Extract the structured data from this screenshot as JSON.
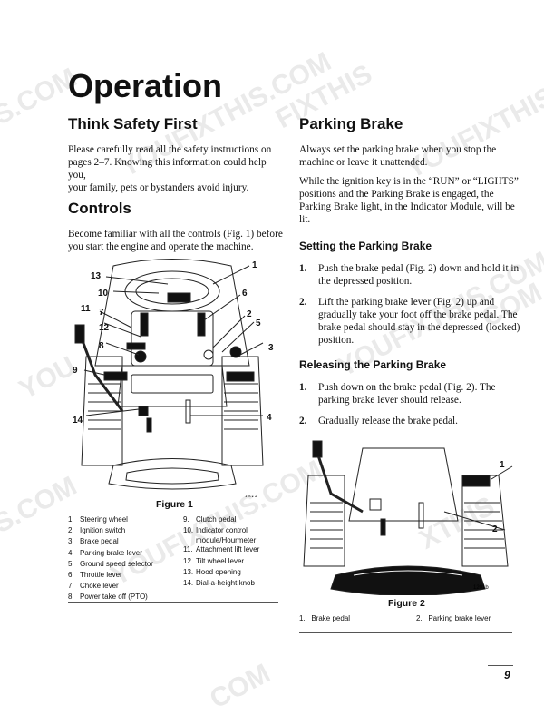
{
  "page_title": "Operation",
  "left": {
    "think_safety": {
      "heading": "Think Safety First",
      "lines": [
        "Please carefully read all the safety instructions on",
        "pages 2–7. Knowing this information could help you,",
        "your family, pets or bystanders avoid injury."
      ]
    },
    "controls": {
      "heading": "Controls",
      "lines": [
        "Become familiar with all the controls (Fig. 1) before",
        "you start the engine and operate the machine."
      ]
    },
    "figure1": {
      "code": "1244",
      "caption": "Figure 1",
      "callouts": [
        "1",
        "2",
        "3",
        "4",
        "5",
        "6",
        "7",
        "8",
        "9",
        "10",
        "11",
        "12",
        "13",
        "14"
      ],
      "legend_col1": [
        {
          "n": "1.",
          "t": "Steering wheel"
        },
        {
          "n": "2.",
          "t": "Ignition switch"
        },
        {
          "n": "3.",
          "t": "Brake pedal"
        },
        {
          "n": "4.",
          "t": "Parking brake lever"
        },
        {
          "n": "5.",
          "t": "Ground speed selector"
        },
        {
          "n": "6.",
          "t": "Throttle lever"
        },
        {
          "n": "7.",
          "t": "Choke lever"
        },
        {
          "n": "8.",
          "t": "Power take off (PTO)"
        }
      ],
      "legend_col2": [
        {
          "n": "9.",
          "t": "Clutch pedal"
        },
        {
          "n": "10.",
          "t": "Indicator control"
        },
        {
          "n": "",
          "t": "module/Hourmeter"
        },
        {
          "n": "11.",
          "t": "Attachment lift lever"
        },
        {
          "n": "12.",
          "t": "Tilt wheel lever"
        },
        {
          "n": "13.",
          "t": "Hood opening"
        },
        {
          "n": "14.",
          "t": "Dial-a-height knob"
        }
      ]
    }
  },
  "right": {
    "parking_brake": {
      "heading": "Parking Brake",
      "para1": [
        "Always set the parking brake when you stop the",
        "machine or leave it unattended."
      ],
      "para2": [
        "While the ignition key is in the “RUN” or “LIGHTS”",
        "positions and the Parking Brake is engaged, the",
        "Parking Brake light, in the Indicator Module, will be",
        "lit."
      ]
    },
    "setting": {
      "heading": "Setting the Parking Brake",
      "steps": [
        {
          "n": "1.",
          "lines": [
            "Push the brake pedal (Fig. 2) down and hold it in",
            "the depressed position."
          ]
        },
        {
          "n": "2.",
          "lines": [
            "Lift the parking brake lever (Fig. 2) up and",
            "gradually take your foot off the brake pedal. The",
            "brake pedal should stay in the depressed (locked)",
            "position."
          ]
        }
      ]
    },
    "releasing": {
      "heading": "Releasing the Parking Brake",
      "steps": [
        {
          "n": "1.",
          "lines": [
            "Push down on the brake pedal (Fig. 2). The",
            "parking brake lever should release."
          ]
        },
        {
          "n": "2.",
          "lines": [
            "Gradually release the brake pedal."
          ]
        }
      ]
    },
    "figure2": {
      "code": "1201b",
      "caption": "Figure 2",
      "callouts": [
        "1",
        "2"
      ],
      "legend": [
        {
          "n": "1.",
          "t": "Brake pedal"
        },
        {
          "n": "2.",
          "t": "Parking brake lever"
        }
      ]
    }
  },
  "page_number": "9",
  "watermarks": [
    "S.COM",
    "YOUFIXTHIS.COM",
    "FIXTHIS",
    "YOUFIXTHIS",
    "YOU",
    "S.COM",
    "YOUFIXTHIS.COM",
    "XTHIS",
    "YOUFIXTHIS.COM",
    "COM",
    "COM"
  ]
}
